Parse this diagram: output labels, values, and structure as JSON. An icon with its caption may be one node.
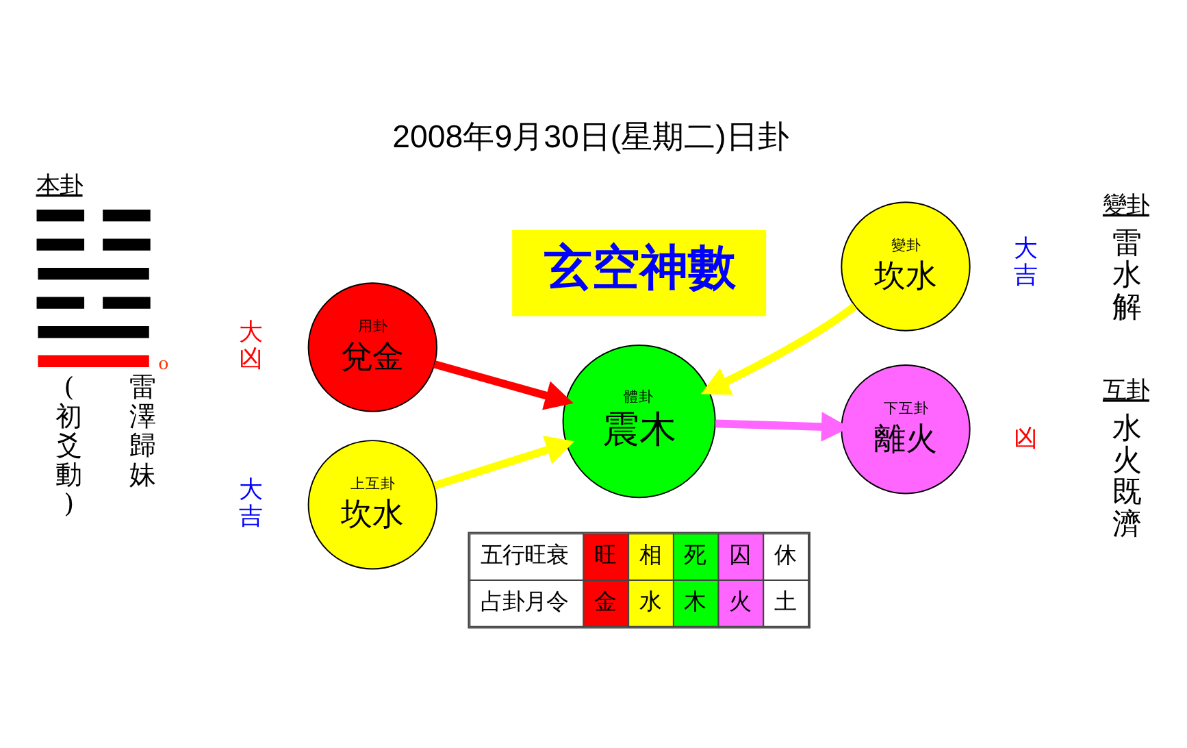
{
  "diagram": {
    "title": "2008年9月30日(星期二)日卦",
    "nodes": [
      {
        "text": [
          "玄空神數"
        ]
      },
      {
        "text": [
          "用卦",
          "兌金"
        ],
        "beside": [
          "大凶"
        ]
      },
      {
        "text": [
          "變卦",
          "坎水"
        ],
        "beside": [
          "大吉"
        ]
      },
      {
        "text": [
          "體卦",
          "震木"
        ]
      },
      {
        "text": [
          "上互卦",
          "坎水"
        ],
        "beside": [
          "大吉"
        ]
      },
      {
        "text": [
          "下互卦",
          "離火"
        ],
        "beside": [
          "凶"
        ]
      }
    ],
    "edges": [
      {
        "from": 1,
        "to": 3,
        "arrow": "to",
        "color": "#ff0000"
      },
      {
        "from": 2,
        "to": 3,
        "arrow": "to",
        "color": "#ffff00"
      },
      {
        "from": 4,
        "to": 3,
        "arrow": "to",
        "color": "#ffff00"
      },
      {
        "from": 3,
        "to": 5,
        "arrow": "to",
        "color": "#ff66ff"
      }
    ],
    "labels": [
      "本卦",
      "o",
      "(初爻動)",
      "雷澤歸妹",
      "變卦",
      "雷水解",
      "互卦",
      "水火既濟",
      "五行旺衰",
      "旺",
      "相",
      "死",
      "囚",
      "休",
      "占卦月令",
      "金",
      "水",
      "木",
      "火",
      "土"
    ]
  }
}
